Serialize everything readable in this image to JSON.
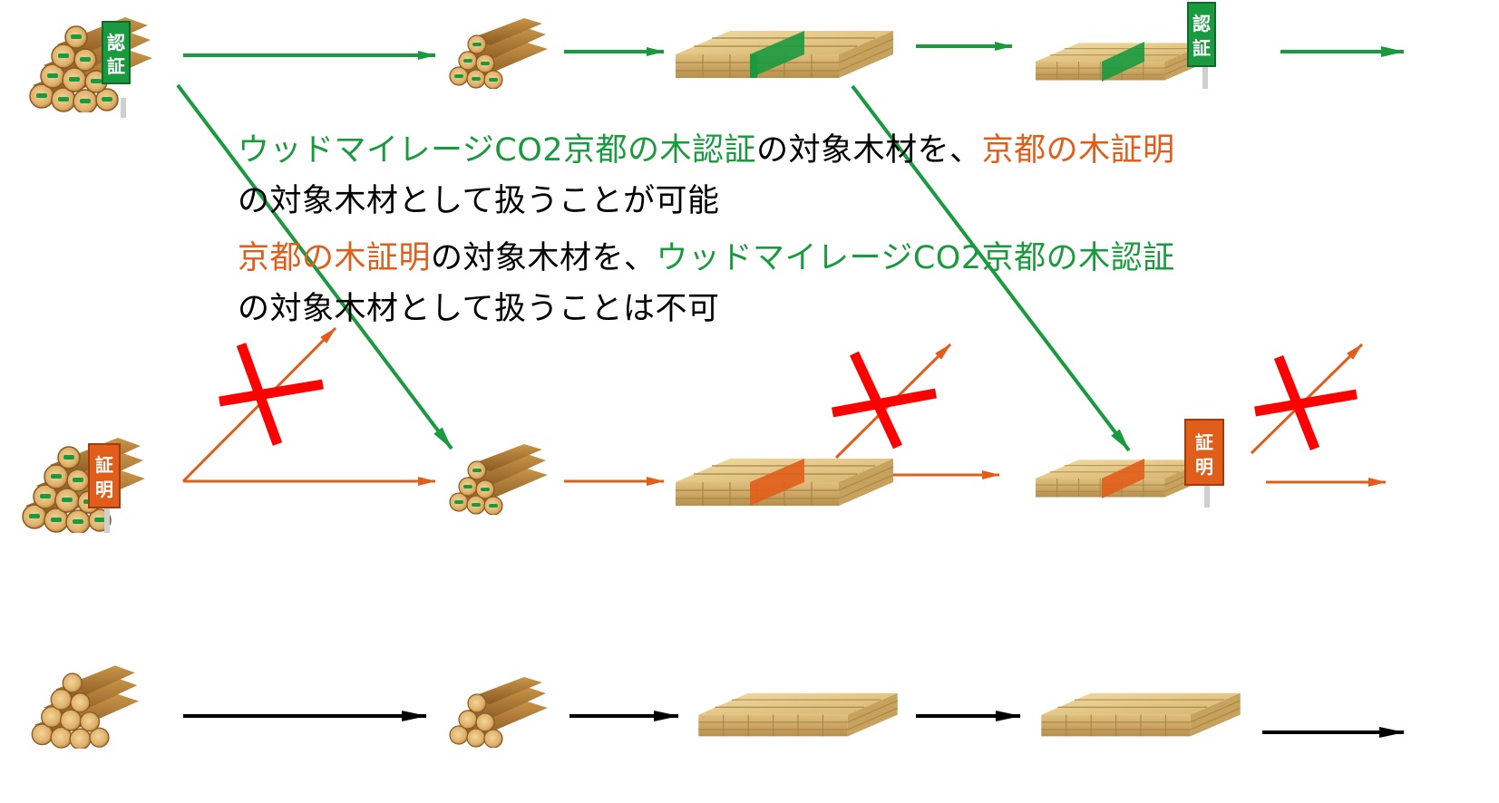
{
  "signs": {
    "certified": "認証",
    "proof": "証明"
  },
  "text": {
    "line1_a": "ウッドマイレージCO2京都の木認証",
    "line1_b": "の対象木材を、",
    "line1_c": "京都の木証明",
    "line2": "の対象木材として扱うことが可能",
    "line3_a": "京都の木証明",
    "line3_b": "の対象木材を、",
    "line3_c": "ウッドマイレージCO2京都の木認証",
    "line4": "の対象木材として扱うことは不可"
  },
  "colors": {
    "green": "#1a9a3f",
    "orange": "#e05e1a",
    "red": "#ff0000",
    "black": "#000000",
    "wood": "#d9b772"
  },
  "rows": [
    {
      "name": "green-row",
      "color": "#1a9a3f"
    },
    {
      "name": "orange-row",
      "color": "#e05e1a"
    },
    {
      "name": "black-row",
      "color": "#000000"
    }
  ]
}
